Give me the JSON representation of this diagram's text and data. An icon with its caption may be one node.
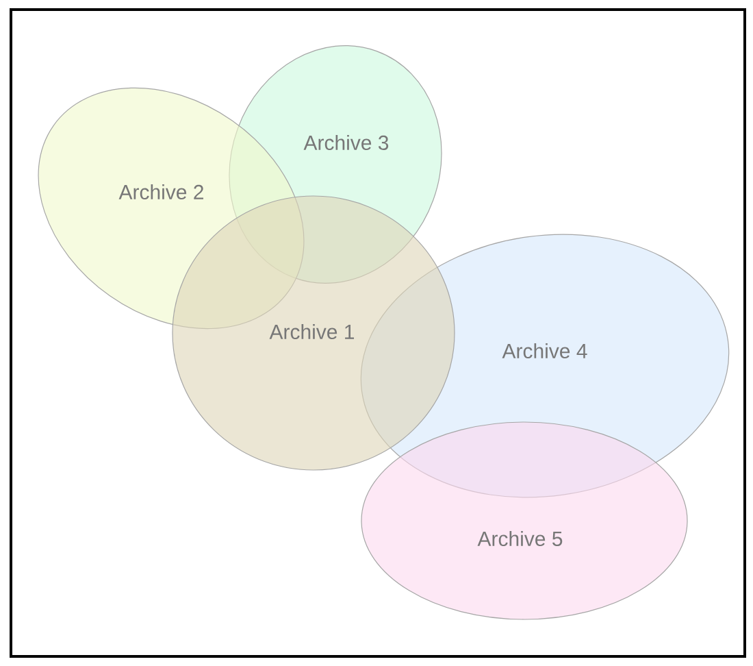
{
  "diagram": {
    "nodes": [
      {
        "text": [
          "Archive 2"
        ]
      },
      {
        "text": [
          "Archive 3"
        ]
      },
      {
        "text": [
          "Archive 1"
        ]
      },
      {
        "text": [
          "Archive 4"
        ]
      },
      {
        "text": [
          "Archive 5"
        ]
      }
    ]
  }
}
